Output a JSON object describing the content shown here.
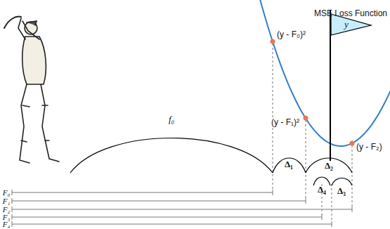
{
  "diagram": {
    "labels": [
      "MSE Loss Function",
      "y",
      "(y - F₀)²",
      "(y - F₁)²",
      "(y - F₂)",
      "f₀",
      "Δ₁",
      "Δ₂",
      "Δ₄",
      "Δ₃",
      "F₀",
      "F₁",
      "F₂",
      "F₃",
      "F₄"
    ]
  }
}
